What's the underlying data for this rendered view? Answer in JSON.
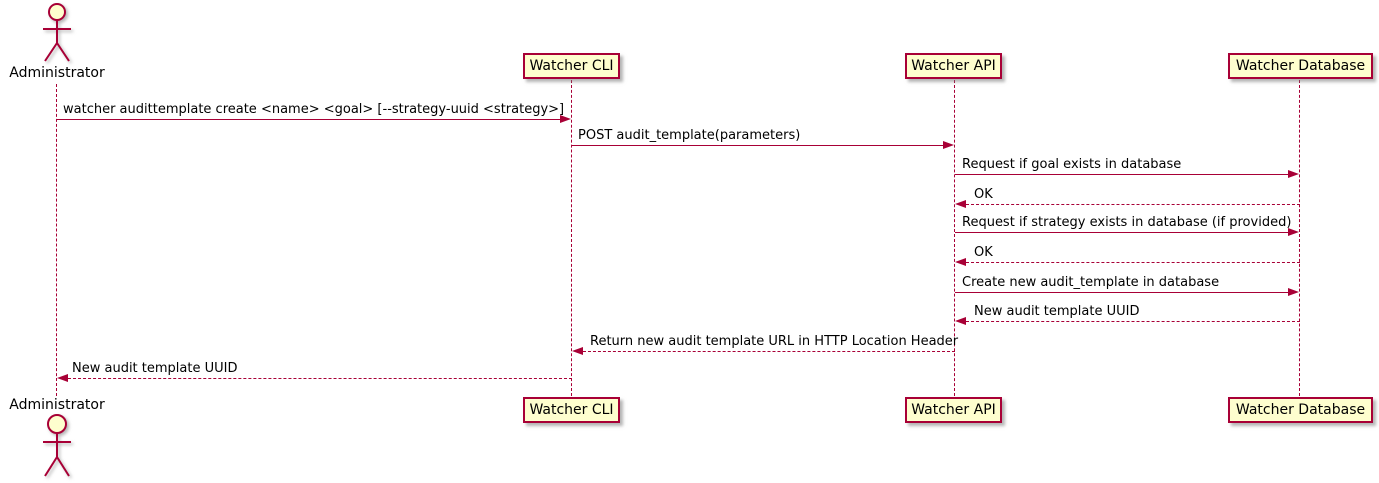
{
  "diagram_type": "uml-sequence-diagram",
  "colors": {
    "accent": "#A80036",
    "participant_fill": "#FEFECE",
    "background": "#FFFFFF",
    "text": "#000000"
  },
  "participants": [
    {
      "id": "administrator",
      "kind": "actor",
      "label": "Administrator"
    },
    {
      "id": "watcher-cli",
      "kind": "participant",
      "label": "Watcher CLI"
    },
    {
      "id": "watcher-api",
      "kind": "participant",
      "label": "Watcher API"
    },
    {
      "id": "watcher-database",
      "kind": "participant",
      "label": "Watcher Database"
    }
  ],
  "messages": [
    {
      "from": "Administrator",
      "to": "Watcher CLI",
      "line": "solid",
      "label": "watcher audittemplate create <name> <goal> [--strategy-uuid <strategy>]"
    },
    {
      "from": "Watcher CLI",
      "to": "Watcher API",
      "line": "solid",
      "label": "POST audit_template(parameters)"
    },
    {
      "from": "Watcher API",
      "to": "Watcher Database",
      "line": "solid",
      "label": "Request if goal exists in database"
    },
    {
      "from": "Watcher Database",
      "to": "Watcher API",
      "line": "dashed",
      "label": "OK"
    },
    {
      "from": "Watcher API",
      "to": "Watcher Database",
      "line": "solid",
      "label": "Request if strategy exists in database (if provided)"
    },
    {
      "from": "Watcher Database",
      "to": "Watcher API",
      "line": "dashed",
      "label": "OK"
    },
    {
      "from": "Watcher API",
      "to": "Watcher Database",
      "line": "solid",
      "label": "Create new audit_template in database"
    },
    {
      "from": "Watcher Database",
      "to": "Watcher API",
      "line": "dashed",
      "label": "New audit template UUID"
    },
    {
      "from": "Watcher API",
      "to": "Watcher CLI",
      "line": "dashed",
      "label": "Return new audit template URL in HTTP Location Header"
    },
    {
      "from": "Watcher CLI",
      "to": "Administrator",
      "line": "dashed",
      "label": "New audit template UUID"
    }
  ]
}
